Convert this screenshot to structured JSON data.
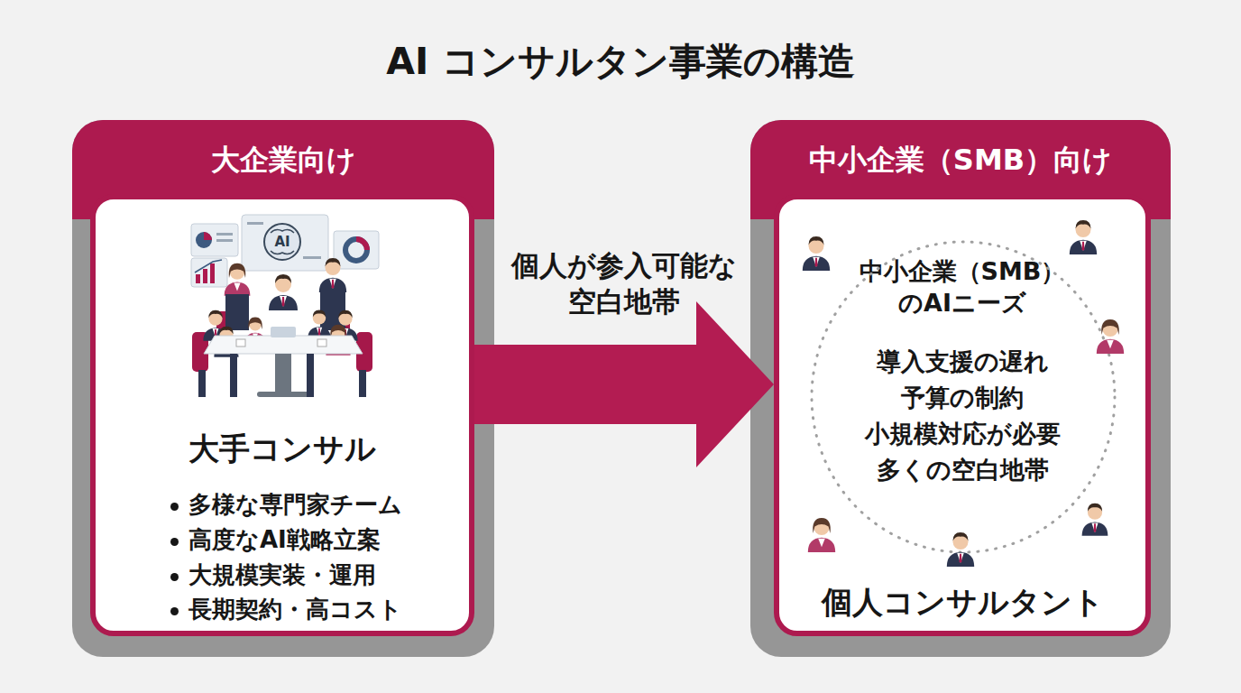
{
  "diagram": {
    "title": "AI コンサルタン事業の構造",
    "nodes": [
      {
        "text": [
          "大企業向け"
        ]
      },
      {
        "text": [
          "大手コンサル",
          "多様な専門家チーム",
          "高度なAI戦略立案",
          "大規模実装・運用",
          "長期契約・高コスト"
        ],
        "in": 0
      },
      {
        "text": [
          "中小企業（SMB）向け"
        ]
      },
      {
        "text": [
          "中小企業（SMB） のAIニーズ",
          "導入支援の遅れ",
          "予算の制約",
          "小規模対応が必要",
          "多くの空白地帯",
          "個人コンサルタント"
        ],
        "in": 2
      }
    ],
    "edges": [
      {
        "from": 1,
        "to": 3,
        "arrow": "to",
        "label": "個人が参入可能な 空白地帯"
      }
    ],
    "labels": [
      "AI"
    ]
  }
}
